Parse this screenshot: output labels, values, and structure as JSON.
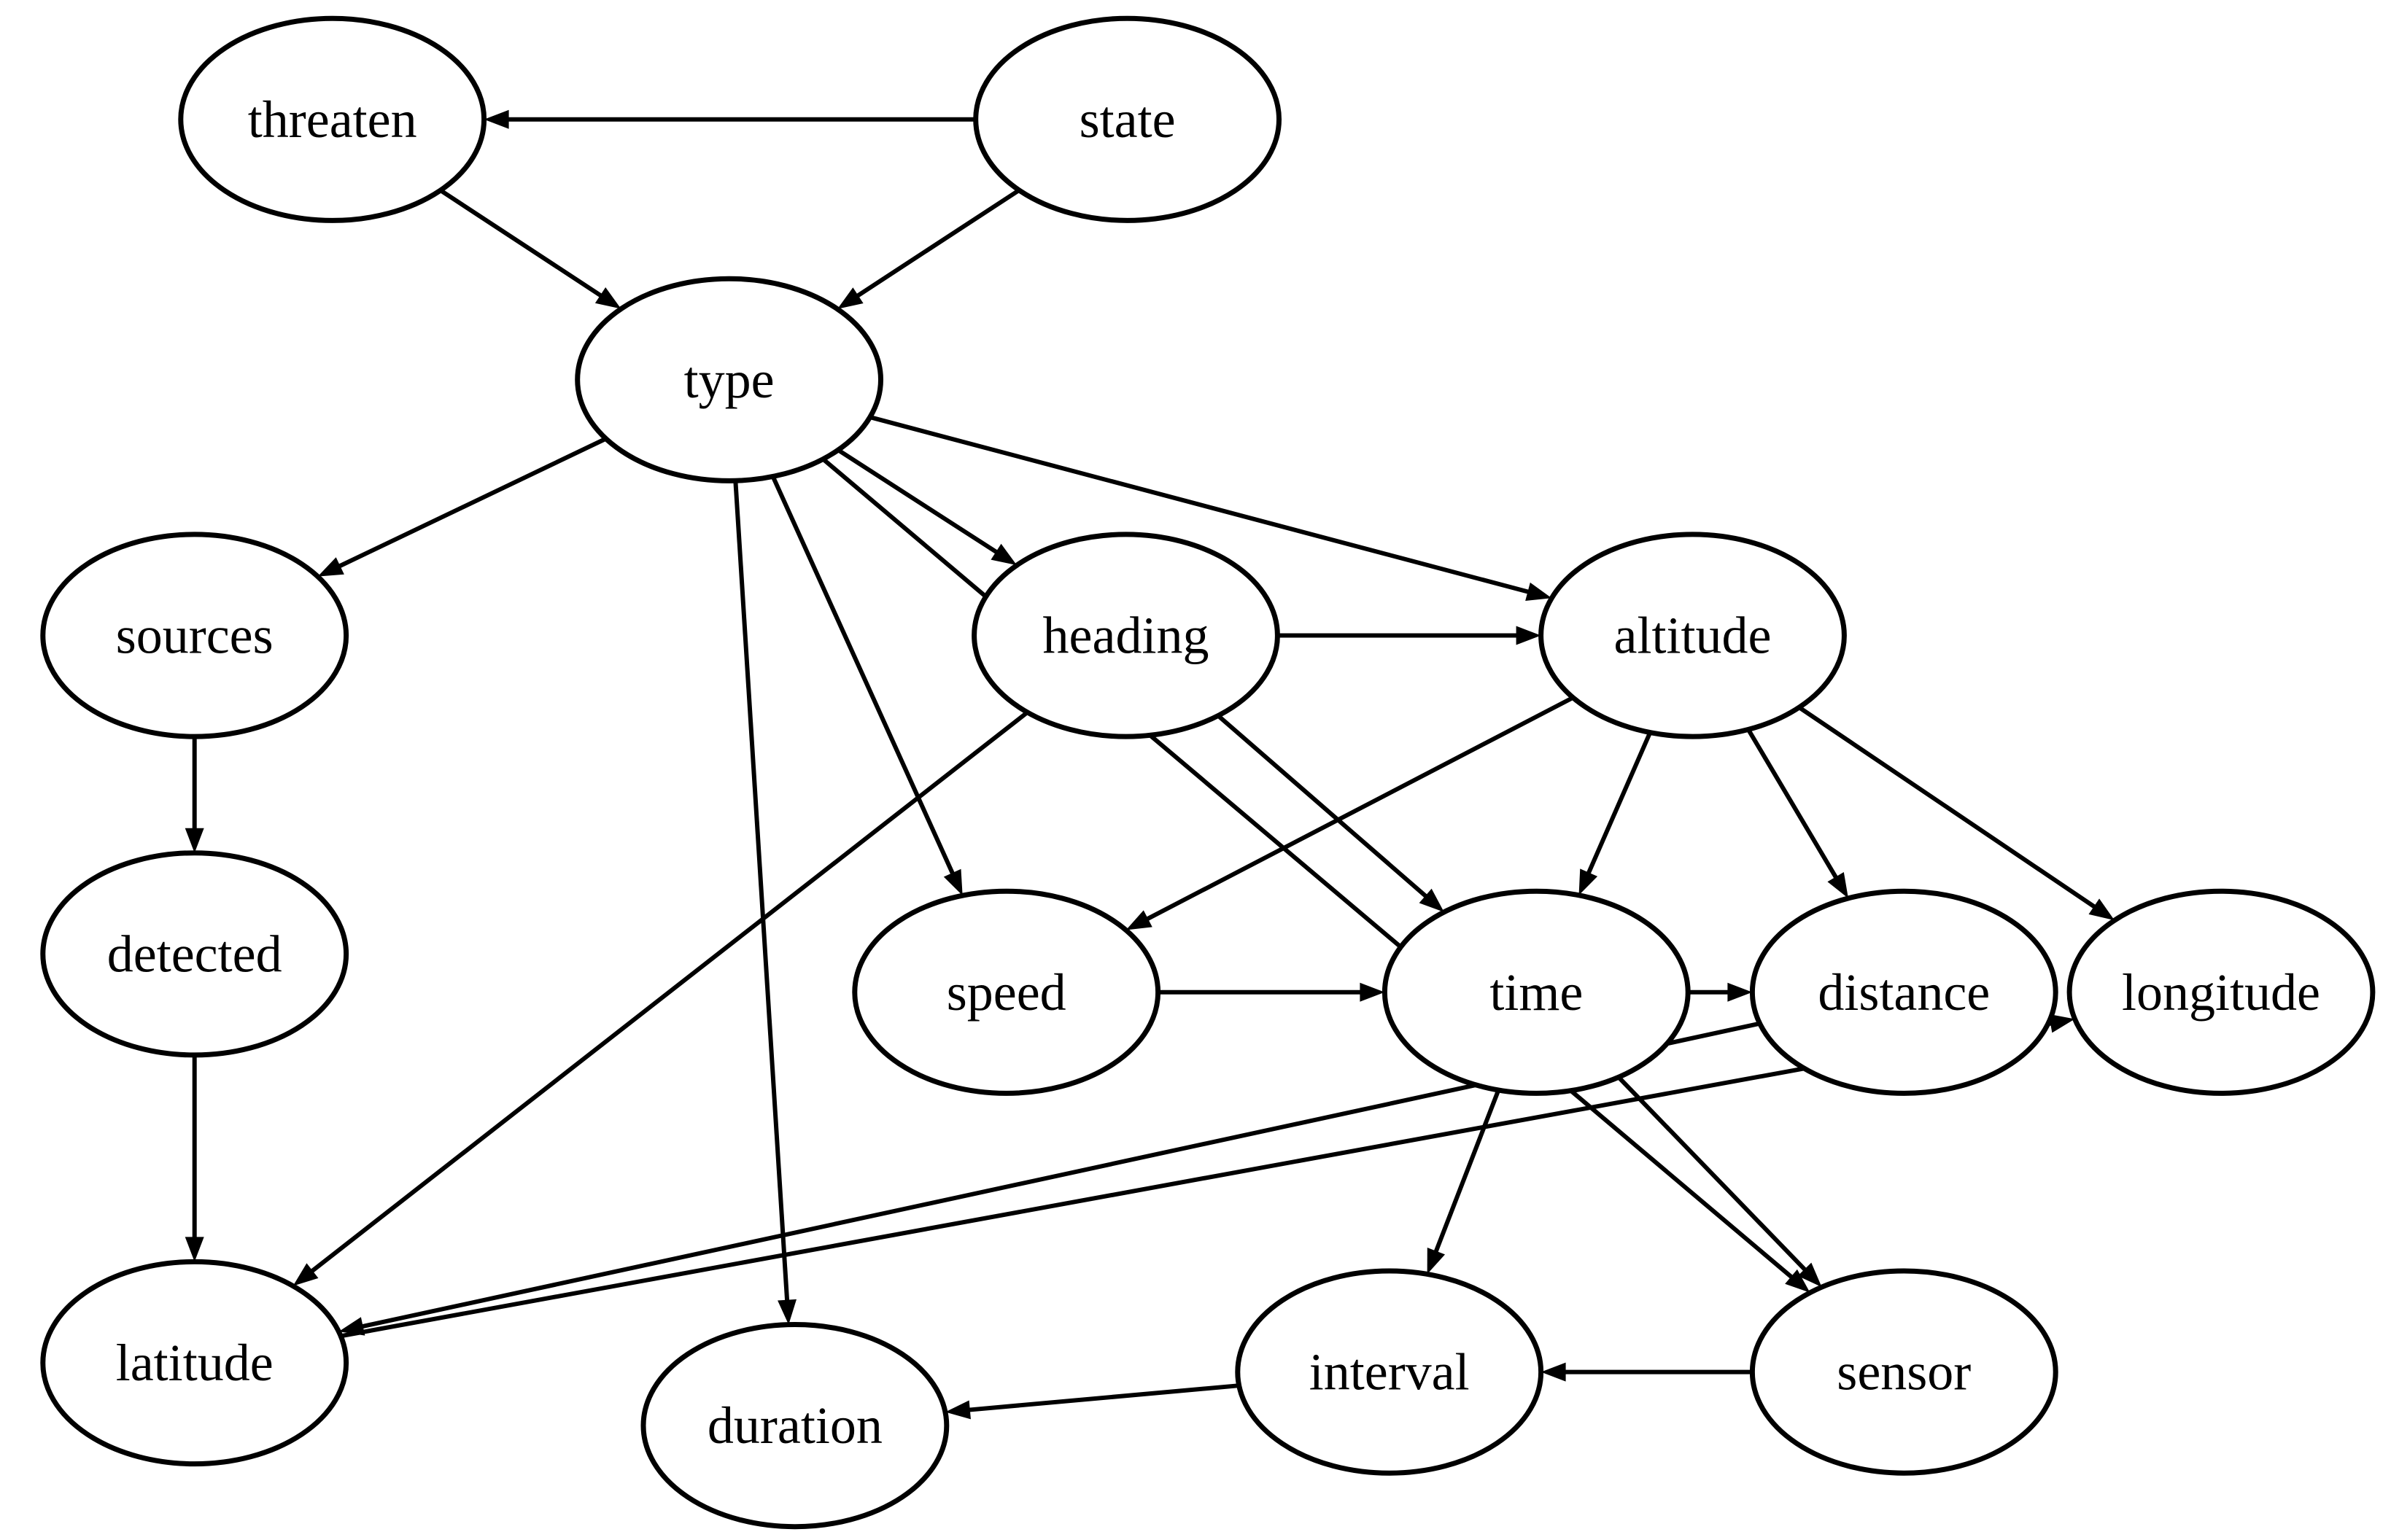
{
  "nodes": [
    {
      "id": "threaten",
      "label": "threaten"
    },
    {
      "id": "state",
      "label": "state"
    },
    {
      "id": "type",
      "label": "type"
    },
    {
      "id": "sources",
      "label": "sources"
    },
    {
      "id": "heading",
      "label": "heading"
    },
    {
      "id": "altitude",
      "label": "altitude"
    },
    {
      "id": "detected",
      "label": "detected"
    },
    {
      "id": "speed",
      "label": "speed"
    },
    {
      "id": "time",
      "label": "time"
    },
    {
      "id": "distance",
      "label": "distance"
    },
    {
      "id": "longitude",
      "label": "longitude"
    },
    {
      "id": "latitude",
      "label": "latitude"
    },
    {
      "id": "duration",
      "label": "duration"
    },
    {
      "id": "interval",
      "label": "interval"
    },
    {
      "id": "sensor",
      "label": "sensor"
    }
  ],
  "edges": [
    {
      "from": "state",
      "to": "threaten"
    },
    {
      "from": "threaten",
      "to": "type"
    },
    {
      "from": "state",
      "to": "type"
    },
    {
      "from": "type",
      "to": "sources"
    },
    {
      "from": "type",
      "to": "heading"
    },
    {
      "from": "type",
      "to": "altitude"
    },
    {
      "from": "type",
      "to": "speed"
    },
    {
      "from": "type",
      "to": "duration"
    },
    {
      "from": "type",
      "to": "sensor"
    },
    {
      "from": "sources",
      "to": "detected"
    },
    {
      "from": "detected",
      "to": "latitude"
    },
    {
      "from": "heading",
      "to": "altitude"
    },
    {
      "from": "heading",
      "to": "latitude"
    },
    {
      "from": "heading",
      "to": "time"
    },
    {
      "from": "altitude",
      "to": "speed"
    },
    {
      "from": "altitude",
      "to": "time"
    },
    {
      "from": "altitude",
      "to": "distance"
    },
    {
      "from": "altitude",
      "to": "longitude"
    },
    {
      "from": "speed",
      "to": "time"
    },
    {
      "from": "time",
      "to": "distance"
    },
    {
      "from": "time",
      "to": "interval"
    },
    {
      "from": "time",
      "to": "sensor"
    },
    {
      "from": "distance",
      "to": "latitude"
    },
    {
      "from": "latitude",
      "to": "longitude"
    },
    {
      "from": "sensor",
      "to": "interval"
    },
    {
      "from": "interval",
      "to": "duration"
    }
  ]
}
